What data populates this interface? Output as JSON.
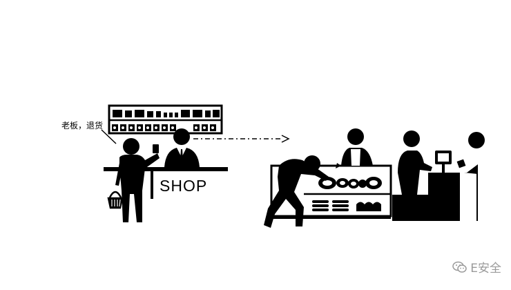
{
  "callout_text": "老板，退货",
  "shop_sign": "SHOP",
  "watermark": {
    "text": "E安全",
    "icon": "wechat-icon"
  },
  "colors": {
    "ink": "#000000",
    "background": "#ffffff",
    "watermark": "#9a9a9a"
  }
}
